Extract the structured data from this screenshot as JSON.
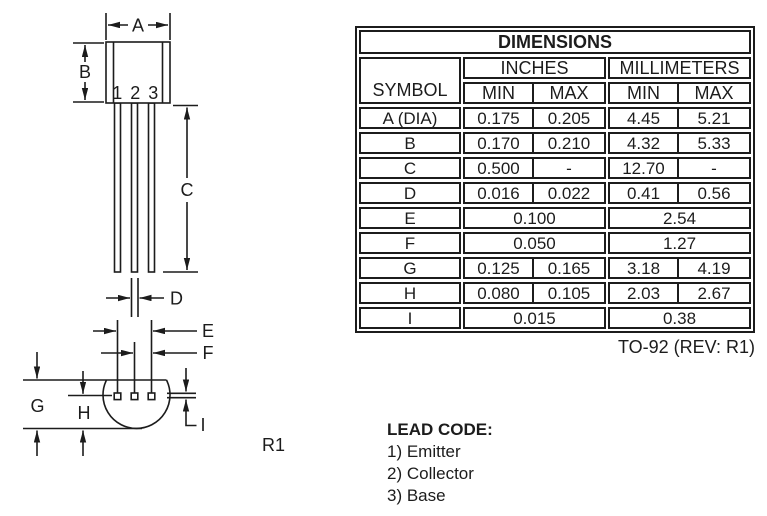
{
  "table": {
    "title": "DIMENSIONS",
    "symbol_header": "SYMBOL",
    "group_headers": {
      "inches": "INCHES",
      "millimeters": "MILLIMETERS"
    },
    "sub_headers": {
      "in_min": "MIN",
      "in_max": "MAX",
      "mm_min": "MIN",
      "mm_max": "MAX"
    },
    "rows": [
      {
        "symbol": "A (DIA)",
        "in_min": "0.175",
        "in_max": "0.205",
        "mm_min": "4.45",
        "mm_max": "5.21"
      },
      {
        "symbol": "B",
        "in_min": "0.170",
        "in_max": "0.210",
        "mm_min": "4.32",
        "mm_max": "5.33"
      },
      {
        "symbol": "C",
        "in_min": "0.500",
        "in_max": "-",
        "mm_min": "12.70",
        "mm_max": "-"
      },
      {
        "symbol": "D",
        "in_min": "0.016",
        "in_max": "0.022",
        "mm_min": "0.41",
        "mm_max": "0.56"
      },
      {
        "symbol": "E",
        "in_span": "0.100",
        "mm_span": "2.54"
      },
      {
        "symbol": "F",
        "in_span": "0.050",
        "mm_span": "1.27"
      },
      {
        "symbol": "G",
        "in_min": "0.125",
        "in_max": "0.165",
        "mm_min": "3.18",
        "mm_max": "4.19"
      },
      {
        "symbol": "H",
        "in_min": "0.080",
        "in_max": "0.105",
        "mm_min": "2.03",
        "mm_max": "2.67"
      },
      {
        "symbol": "I",
        "in_span": "0.015",
        "mm_span": "0.38"
      }
    ],
    "footnote": "TO-92 (REV: R1)"
  },
  "lead_code": {
    "title": "LEAD CODE:",
    "items": [
      "1) Emitter",
      "2) Collector",
      "3) Base"
    ]
  },
  "diagram": {
    "labels": {
      "a": "A",
      "b": "B",
      "c": "C",
      "d": "D",
      "e": "E",
      "f": "F",
      "g": "G",
      "h": "H",
      "i": "I",
      "pins": "1 2 3",
      "rev": "R1"
    }
  },
  "colors": {
    "line": "#1c1c1c",
    "background": "#ffffff"
  }
}
